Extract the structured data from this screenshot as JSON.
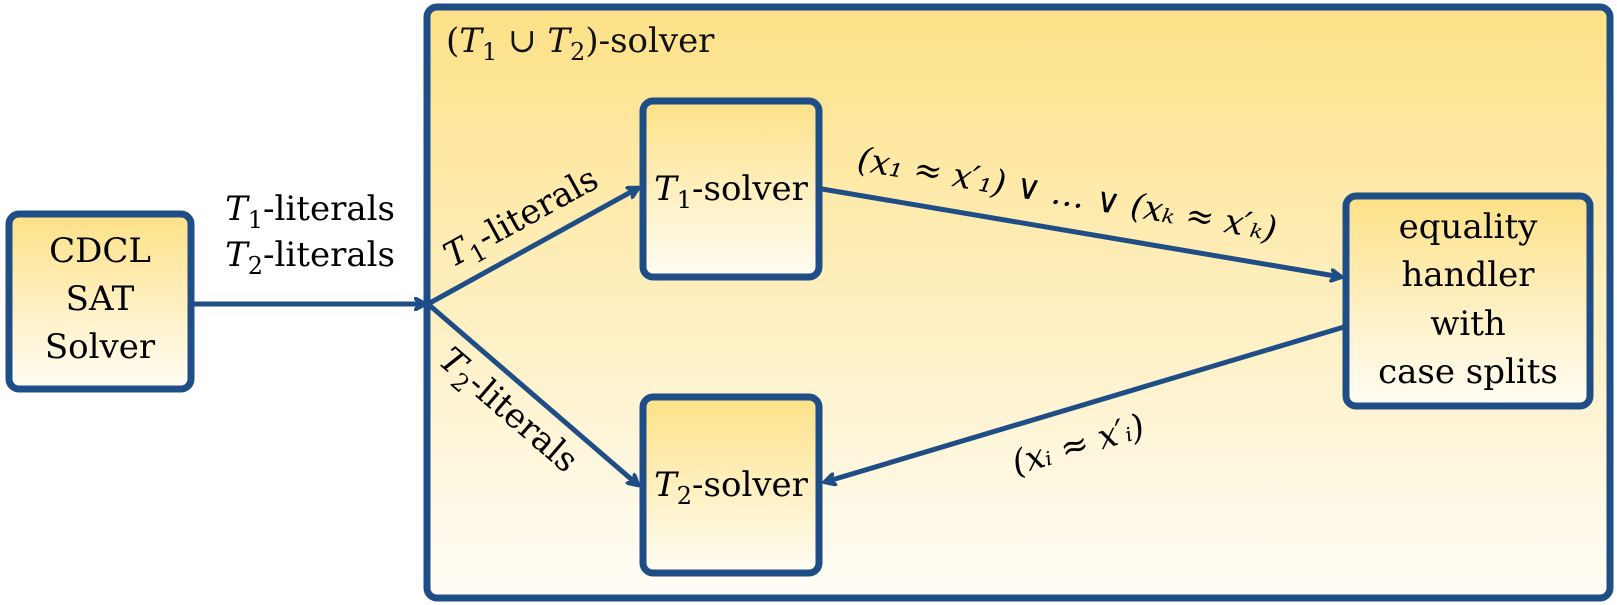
{
  "colors": {
    "stroke": "#1f4e86",
    "fill_top": "#fde187",
    "fill_bottom": "#fffdf5"
  },
  "outer_box": {
    "title_prefix": "(",
    "title_t1": "T",
    "title_sub1": "1",
    "title_union": " ∪ ",
    "title_t2": "T",
    "title_sub2": "2",
    "title_suffix": ")-solver"
  },
  "cdcl": {
    "line1": "CDCL",
    "line2": "SAT",
    "line3": "Solver"
  },
  "t1_solver": {
    "var": "T",
    "sub": "1",
    "rest": "-solver"
  },
  "t2_solver": {
    "var": "T",
    "sub": "2",
    "rest": "-solver"
  },
  "equality_handler": {
    "line1": "equality",
    "line2": "handler",
    "line3": "with",
    "line4": "case splits"
  },
  "edges": {
    "cdcl_to_outer_1": {
      "var": "T",
      "sub": "1",
      "rest": "-literals"
    },
    "cdcl_to_outer_2": {
      "var": "T",
      "sub": "2",
      "rest": "-literals"
    },
    "to_t1": {
      "var": "T",
      "sub": "1",
      "rest": "-literals"
    },
    "to_t2": {
      "var": "T",
      "sub": "2",
      "rest": "-literals"
    },
    "t1_to_eq": "(x₁ ≈ x′₁) ∨ … ∨ (xₖ ≈ x′ₖ)",
    "eq_to_t2": "(xᵢ ≈ x′ᵢ)"
  }
}
